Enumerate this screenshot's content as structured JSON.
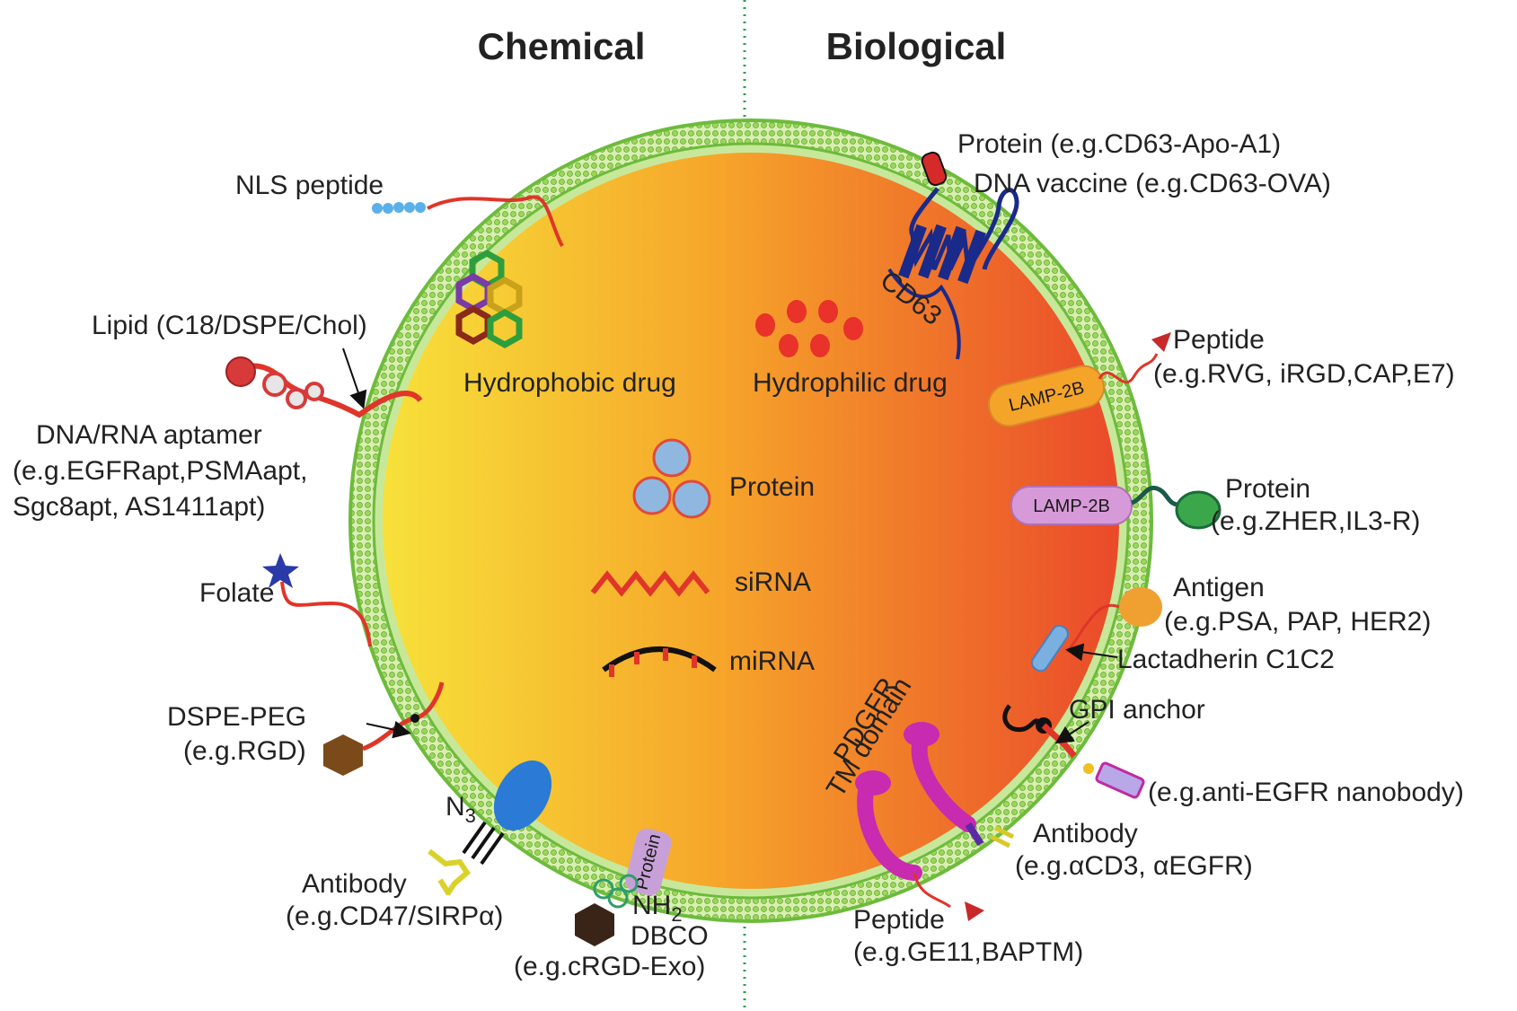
{
  "headings": {
    "left": "Chemical",
    "right": "Biological"
  },
  "inner": {
    "hydrophobic": "Hydrophobic drug",
    "hydrophilic": "Hydrophilic drug",
    "protein": "Protein",
    "sirna": "siRNA",
    "mirna": "miRNA"
  },
  "chemical": {
    "nls": "NLS peptide",
    "lipid": "Lipid (C18/DSPE/Chol)",
    "aptamer": [
      "DNA/RNA aptamer",
      "(e.g.EGFRapt,PSMAapt,",
      "Sgc8apt, AS1411apt)"
    ],
    "folate": "Folate",
    "dspe": [
      "DSPE-PEG",
      "(e.g.RGD)"
    ],
    "n3": "N",
    "n3_sub": "3",
    "antibody": [
      "Antibody",
      "(e.g.CD47/SIRPα)"
    ],
    "protein_tag": "Protein",
    "nh2": "NH",
    "nh2_sub": "2",
    "dbco": [
      "DBCO",
      "(e.g.cRGD-Exo)"
    ]
  },
  "biological": {
    "protein_cd63": "Protein (e.g.CD63-Apo-A1)",
    "dna_vaccine": "DNA vaccine (e.g.CD63-OVA)",
    "cd63": "CD63",
    "lamp2b_1": "LAMP-2B",
    "peptide_1": [
      "Peptide",
      "(e.g.RVG, iRGD,CAP,E7)"
    ],
    "lamp2b_2": "LAMP-2B",
    "protein_zher": [
      "Protein",
      "(e.g.ZHER,IL3-R)"
    ],
    "antigen": [
      "Antigen",
      "(e.g.PSA, PAP, HER2)"
    ],
    "lactadherin": "Lactadherin C1C2",
    "gpi": "GPI anchor",
    "nanobody": "(e.g.anti-EGFR nanobody)",
    "pdgfr": [
      "PDGFR",
      "TM domain"
    ],
    "antibody": [
      "Antibody",
      "(e.g.αCD3, αEGFR)"
    ],
    "peptide_2": [
      "Peptide",
      "(e.g.GE11,BAPTM)"
    ]
  },
  "colors": {
    "membrane": "#8fd14f",
    "core_left": "#f7e13a",
    "core_mid": "#f6a62a",
    "core_right": "#ea4a2a",
    "divider": "#2e9e4a"
  }
}
